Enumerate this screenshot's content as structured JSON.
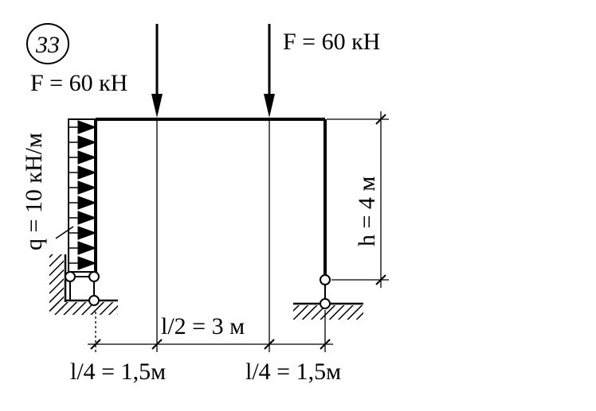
{
  "problem_number": "33",
  "force_right": "F = 60 кН",
  "force_left": "F = 60 кН",
  "distributed_load": "q = 10 кН/м",
  "height": "h = 4 м",
  "span_middle": "l/2 = 3 м",
  "span_left": "l/4 = 1,5м",
  "span_right": "l/4 = 1,5м"
}
